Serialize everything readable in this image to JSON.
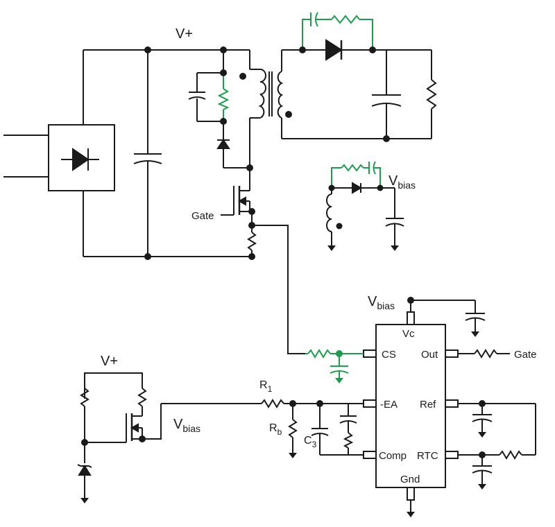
{
  "colors": {
    "wire": "#1a1a1a",
    "highlight": "#1a9e4b",
    "fill": "#ffffff"
  },
  "labels": {
    "vplus_top": "V+",
    "gate_left": "Gate",
    "vbias_upper": {
      "main": "V",
      "sub": "bias"
    },
    "vbias_ic": {
      "main": "V",
      "sub": "bias"
    },
    "vplus_bottom": "V+",
    "vbias_left": {
      "main": "V",
      "sub": "bias"
    },
    "r1": {
      "main": "R",
      "sub": "1"
    },
    "rb": {
      "main": "R",
      "sub": "b"
    },
    "c3": {
      "main": "C",
      "sub": "3"
    },
    "gate_out": "Gate"
  },
  "ic": {
    "pins": {
      "vc": "Vc",
      "cs": "CS",
      "ea": "-EA",
      "comp": "Comp",
      "out": "Out",
      "ref": "Ref",
      "rtc": "RTC",
      "gnd": "Gnd"
    }
  },
  "icons": [
    "bridge-rectifier-icon",
    "transformer-icon",
    "mosfet-icon",
    "diode-icon",
    "zener-diode-icon",
    "capacitor-icon",
    "resistor-icon",
    "ground-icon"
  ]
}
